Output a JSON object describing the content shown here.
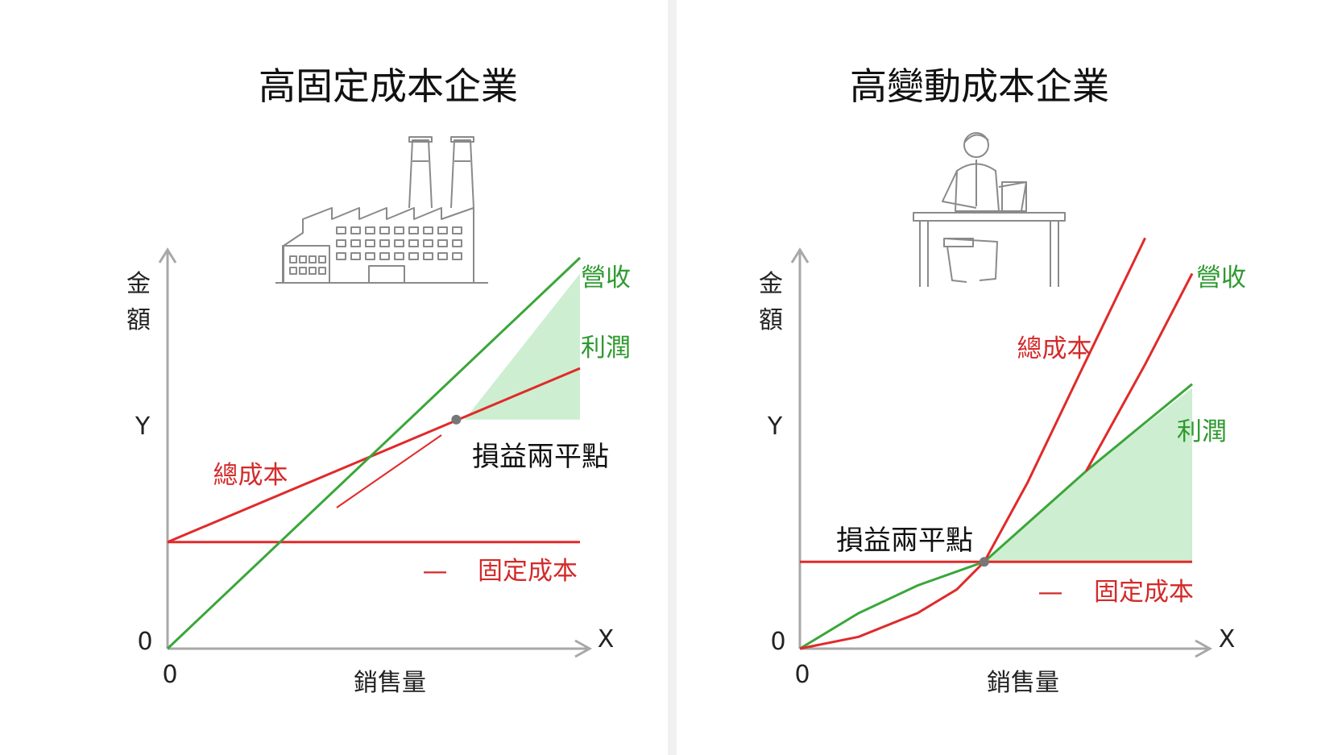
{
  "colors": {
    "revenue": "#3aa63a",
    "cost": "#e02a2a",
    "profit_fill": "#cdeed0",
    "axis": "#a8a8a8",
    "icon": "#8a8a8a"
  },
  "chart_data": [
    {
      "type": "line",
      "title": "高固定成本企業",
      "icon": "factory-icon",
      "ylabel": "金額",
      "xlabel": "銷售量",
      "y_tick": "Y",
      "x_tick": "X",
      "origin_x": "0",
      "origin_y": "0",
      "xlim": [
        0,
        1
      ],
      "ylim": [
        0,
        1
      ],
      "series": [
        {
          "name": "營收",
          "points": [
            [
              0,
              0
            ],
            [
              1,
              0.99
            ]
          ]
        },
        {
          "name": "總成本",
          "points": [
            [
              0,
              0.27
            ],
            [
              1,
              0.71
            ]
          ]
        },
        {
          "name": "固定成本",
          "points": [
            [
              0,
              0.27
            ],
            [
              1,
              0.27
            ]
          ]
        }
      ],
      "profit_region": [
        [
          0.72,
          0.58
        ],
        [
          1,
          0.95
        ],
        [
          1,
          0.58
        ]
      ],
      "break_even": {
        "label": "損益兩平點",
        "point": [
          0.7,
          0.58
        ]
      },
      "labels": {
        "revenue": "營收",
        "profit": "利潤",
        "total_cost": "總成本",
        "fixed_cost": "固定成本",
        "legend_dash": "—"
      }
    },
    {
      "type": "line",
      "title": "高變動成本企業",
      "icon": "office-worker-icon",
      "ylabel": "金額",
      "xlabel": "銷售量",
      "y_tick": "Y",
      "x_tick": "X",
      "origin_x": "0",
      "origin_y": "0",
      "xlim": [
        0,
        1
      ],
      "ylim": [
        0,
        1
      ],
      "series": [
        {
          "name": "總成本",
          "points": [
            [
              0,
              0
            ],
            [
              0.15,
              0.03
            ],
            [
              0.3,
              0.09
            ],
            [
              0.4,
              0.15
            ],
            [
              0.47,
              0.22
            ],
            [
              0.58,
              0.42
            ],
            [
              0.72,
              0.71
            ],
            [
              0.88,
              1.04
            ]
          ]
        },
        {
          "name": "利潤",
          "points": [
            [
              0,
              0
            ],
            [
              0.15,
              0.09
            ],
            [
              0.3,
              0.16
            ],
            [
              0.47,
              0.22
            ],
            [
              0.73,
              0.45
            ],
            [
              1,
              0.67
            ]
          ]
        },
        {
          "name": "營收",
          "points": [
            [
              0.73,
              0.45
            ],
            [
              0.88,
              0.72
            ],
            [
              1,
              0.95
            ]
          ]
        },
        {
          "name": "固定成本",
          "points": [
            [
              0,
              0.22
            ],
            [
              1,
              0.22
            ]
          ]
        }
      ],
      "profit_region": [
        [
          0.47,
          0.22
        ],
        [
          0.73,
          0.45
        ],
        [
          1,
          0.66
        ],
        [
          1,
          0.22
        ]
      ],
      "break_even": {
        "label": "損益兩平點",
        "point": [
          0.47,
          0.22
        ]
      },
      "labels": {
        "revenue": "營收",
        "profit": "利潤",
        "total_cost": "總成本",
        "fixed_cost": "固定成本",
        "legend_dash": "—"
      }
    }
  ]
}
